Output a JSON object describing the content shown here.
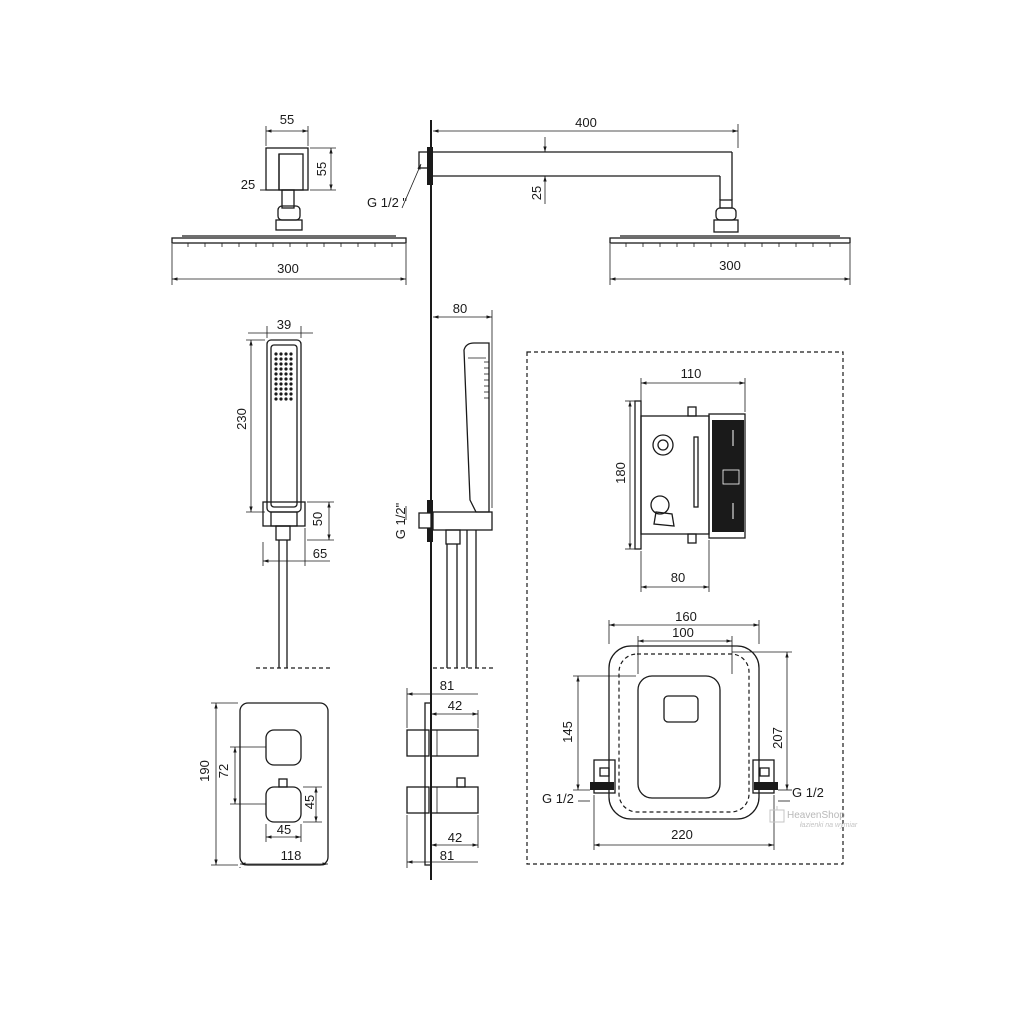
{
  "dimensions": {
    "head_top_width": "55",
    "head_top_height": "55",
    "head_side_offset": "25",
    "head_left_width": "300",
    "arm_length": "400",
    "arm_height": "25",
    "arm_thread": "G 1/2 \"",
    "head_right_width": "300",
    "hand_width": "39",
    "hand_length": "230",
    "holder_height": "50",
    "holder_width": "65",
    "holder_depth": "80",
    "holder_thread": "G 1/2\"",
    "box_width": "110",
    "box_height": "180",
    "box_depth": "80",
    "plate_outer": "160",
    "plate_inner": "100",
    "plate_height": "145",
    "frame_height": "207",
    "thread_left": "G 1/2",
    "thread_right": "G 1/2",
    "frame_width": "220",
    "panel_height": "190",
    "knob_spacing": "72",
    "knob_height": "45",
    "knob_width": "45",
    "panel_width": "118",
    "side_depth_top": "81",
    "knob_depth_top": "42",
    "knob_depth_bottom": "42",
    "side_depth_bottom": "81"
  },
  "watermark": {
    "brand": "HeavenShop",
    "tagline": "łazienki na wymiar"
  },
  "icons": {
    "watermark_logo": "faucet-logo-icon"
  }
}
